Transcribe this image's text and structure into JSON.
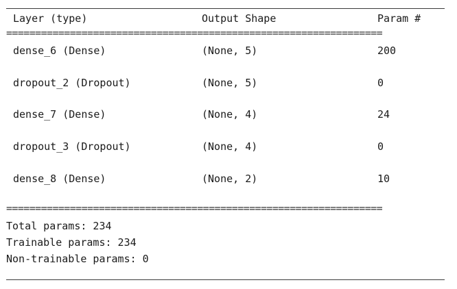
{
  "header": {
    "layer": "Layer (type)",
    "shape": "Output Shape",
    "params": "Param #"
  },
  "rows": [
    {
      "layer": "dense_6 (Dense)",
      "shape": "(None, 5)",
      "params": "200"
    },
    {
      "layer": "dropout_2 (Dropout)",
      "shape": "(None, 5)",
      "params": "0"
    },
    {
      "layer": "dense_7 (Dense)",
      "shape": "(None, 4)",
      "params": "24"
    },
    {
      "layer": "dropout_3 (Dropout)",
      "shape": "(None, 4)",
      "params": "0"
    },
    {
      "layer": "dense_8 (Dense)",
      "shape": "(None, 2)",
      "params": "10"
    }
  ],
  "separator": "=================================================================",
  "footer": {
    "total": "Total params: 234",
    "trainable": "Trainable params: 234",
    "non_trainable": "Non-trainable params: 0"
  }
}
